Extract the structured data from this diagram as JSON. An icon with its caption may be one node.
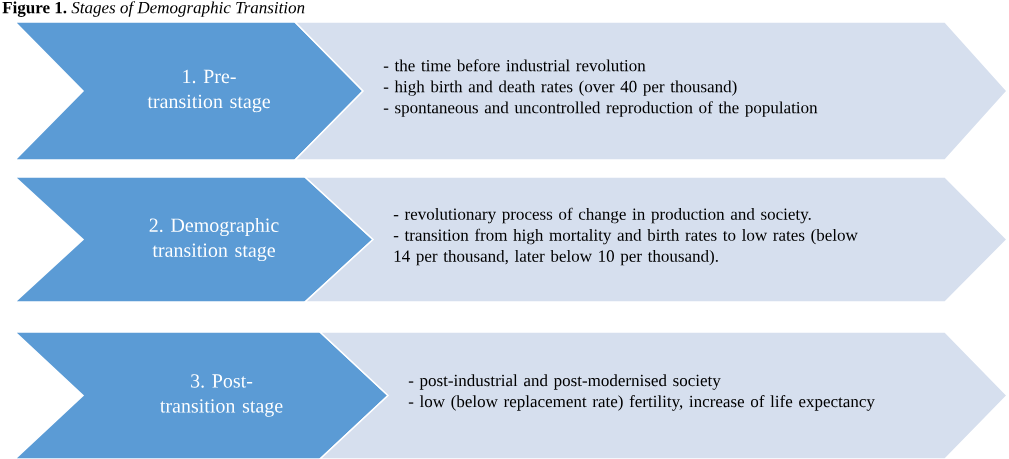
{
  "diagram": {
    "title": "**Figure 1.** *Stages of Demographic Transition*",
    "nodes": [
      {
        "text": [
          "1. Pre-transition stage"
        ]
      },
      {
        "text": [
          "- the time before industrial revolution",
          "- high birth and death rates (over 40 per thousand)",
          "- spontaneous and uncontrolled reproduction of the population"
        ]
      },
      {
        "text": [
          "2. Demographic transition stage"
        ]
      },
      {
        "text": [
          "- revolutionary process of change in production and society.",
          "- transition from high mortality and birth rates to low rates (below 14 per thousand, later below 10 per thousand)."
        ]
      },
      {
        "text": [
          "3. Post-transition stage"
        ]
      },
      {
        "text": [
          "- post-industrial and post-modernised society",
          "- low (below replacement rate) fertility, increase of life expectancy"
        ]
      }
    ]
  }
}
